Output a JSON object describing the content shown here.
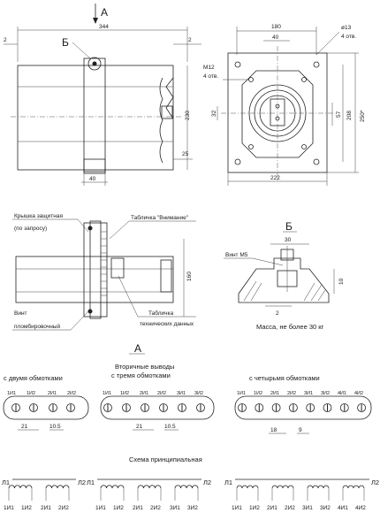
{
  "front_view": {
    "section_mark": "А",
    "view_b_mark": "Б",
    "dim_overall_width": "344",
    "dim_margin_left": "2",
    "dim_margin_right": "2",
    "dim_height": "230",
    "dim_bottom_offset": "25",
    "dim_base_width": "40"
  },
  "side_view": {
    "dim_top_width": "180",
    "dim_inner_width": "40",
    "hole_note_top": "ø13",
    "hole_note_top_count": "4 отв.",
    "thread_note": "М12",
    "thread_note_count": "4 отв.",
    "dim_left_32": "32",
    "dim_right_57": "57",
    "dim_right_208": "208",
    "dim_right_250": "250*",
    "dim_bottom_width": "222"
  },
  "lower_view": {
    "label_cover": "Крышка защитная",
    "label_cover_note": "(по запросу)",
    "label_warning_plate": "Табличка \"Внимание\"",
    "label_screw": "Винт",
    "label_screw_2": "пломбировочный",
    "label_data_plate": "Табличка",
    "label_data_plate_2": "технических данных",
    "dim_height": "160"
  },
  "detail_b": {
    "mark": "Б",
    "screw_label": "Винт М5",
    "dim_width": "30",
    "dim_height": "10",
    "dim_gap": "2",
    "mass_note": "Масса, не более 30 кг"
  },
  "view_a": {
    "mark": "А",
    "heading_secondary": "Вторичные выводы",
    "variant_two": "с двумя обмотками",
    "variant_three": "с тремя обмотками",
    "variant_four": "с четырьмя обмотками",
    "terms_two": [
      "1И1",
      "1И2",
      "2И1",
      "2И2"
    ],
    "terms_three": [
      "1И1",
      "1И2",
      "2И1",
      "2И2",
      "3И1",
      "3И2"
    ],
    "terms_four": [
      "1И1",
      "1И2",
      "2И1",
      "2И2",
      "3И1",
      "3И2",
      "4И1",
      "4И2"
    ],
    "dim_21_a": "21",
    "dim_10_5_a": "10.5",
    "dim_21_b": "21",
    "dim_10_5_b": "10.5",
    "dim_18": "18",
    "dim_9": "9"
  },
  "schematic": {
    "heading": "Схема принципиальная",
    "l1": "Л1",
    "l2": "Л2",
    "labels_two": [
      "1И1",
      "1И2",
      "2И1",
      "2И2"
    ],
    "labels_three": [
      "1И1",
      "1И2",
      "2И1",
      "2И2",
      "3И1",
      "3И2"
    ],
    "labels_four": [
      "1И1",
      "1И2",
      "2И1",
      "2И2",
      "3И1",
      "3И2",
      "4И1",
      "4И2"
    ]
  }
}
